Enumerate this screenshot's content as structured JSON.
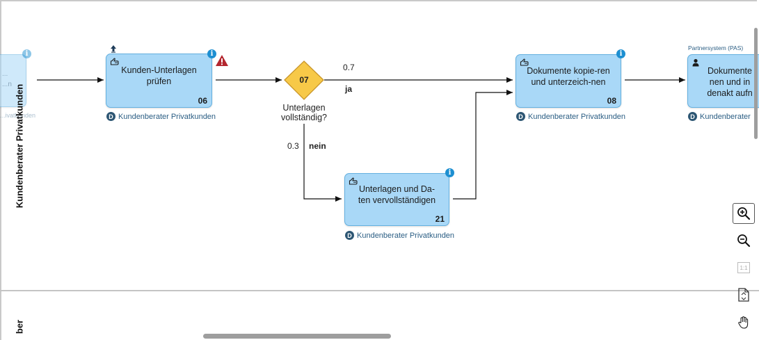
{
  "lanes": {
    "main_label": "Kundenberater Privatkunden",
    "second_label": "ber"
  },
  "tasks": [
    {
      "text": "Kunden-Unterlagen prüfen",
      "number": "06",
      "role": "Kundenberater Privatkunden"
    },
    {
      "text": "Unterlagen und Da-ten vervollständigen",
      "number": "21",
      "role": "Kundenberater Privatkunden"
    },
    {
      "text": "Dokumente kopie-ren und unterzeich-nen",
      "number": "08",
      "role": "Kundenberater Privatkunden"
    },
    {
      "text": "Dokumente nen und in denakt aufn",
      "number": "",
      "role": "Kundenberater",
      "system": "Partnersystem (PAS)"
    }
  ],
  "gateway": {
    "number": "07",
    "label": "Unterlagen vollständig?"
  },
  "flows": {
    "yes_prob": "0.7",
    "yes_label": "ja",
    "no_prob": "0.3",
    "no_label": "nein"
  },
  "left_partial": {
    "line1": "...",
    "line2": "...n",
    "role": "...ivatkunden"
  },
  "icons": {
    "info": "i",
    "role_badge": "D",
    "warning": "!"
  },
  "toolbar": [
    "zoom-in-icon",
    "zoom-out-icon",
    "actual-size-icon",
    "fit-page-icon",
    "pan-hand-icon"
  ],
  "toolbar_actual_size_label": "1:1",
  "colors": {
    "task_fill": "#a9d8f7",
    "task_border": "#63b0e0",
    "gateway_fill": "#f7c948",
    "info": "#1d8fd1",
    "warning": "#b3262e",
    "role_badge": "#2d5673"
  }
}
